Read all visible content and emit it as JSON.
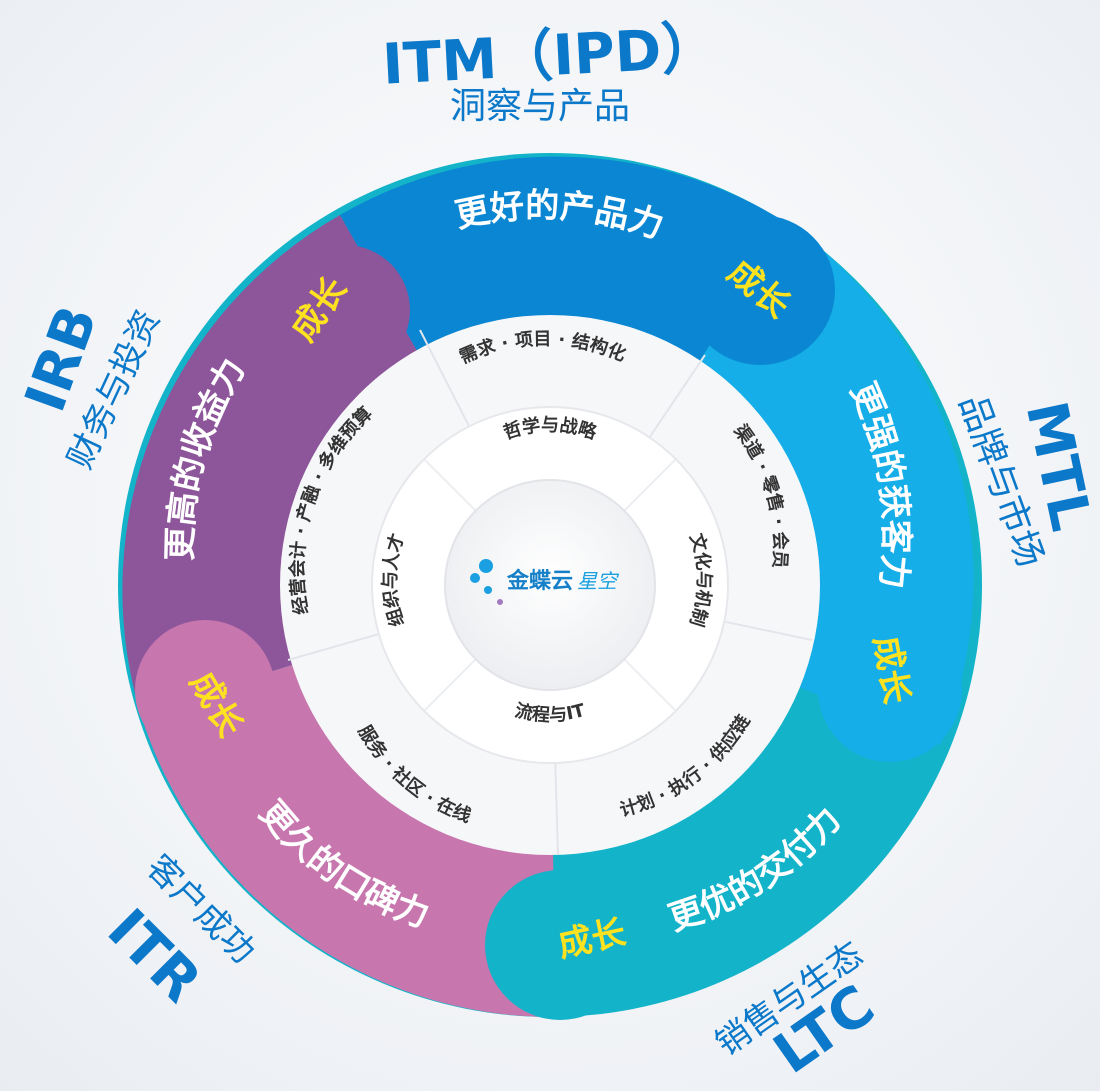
{
  "top": {
    "code": "ITM（IPD）",
    "name": "洞察与产品"
  },
  "right": {
    "code": "MTL",
    "name": "品牌与市场"
  },
  "bottom": {
    "code": "LTC",
    "name": "销售与生态"
  },
  "bottom_left": {
    "code": "ITR",
    "name": "客户成功"
  },
  "left": {
    "code": "IRB",
    "name": "财务与投资"
  },
  "segments": {
    "blue": {
      "title": "更好的产品力",
      "growth": "成长"
    },
    "sky": {
      "title": "更强的获客力",
      "growth": "成长"
    },
    "teal": {
      "title": "更优的交付力",
      "growth": "成长"
    },
    "pink": {
      "title": "更久的口碑力",
      "growth": "成长"
    },
    "purple": {
      "title": "更高的收益力",
      "growth": "成长"
    }
  },
  "middle_ring": {
    "top": "需求 · 项目 · 结构化",
    "right": "渠道 · 零售 · 会员",
    "bottom_right": "计划 · 执行 · 供应链",
    "bottom_left": "服务 · 社区 · 在线",
    "left": "经营会计 · 产融 · 多维预算"
  },
  "inner_ring": {
    "top": "哲学与战略",
    "right": "文化与机制",
    "bottom": "流程与IT",
    "left": "组织与人才"
  },
  "logo": {
    "text": "金蝶云·星空",
    "brand": "金蝶云",
    "product": "星空"
  },
  "colors": {
    "blue": "#0a86d2",
    "sky": "#15aee8",
    "teal": "#13b3c9",
    "pink": "#c776ae",
    "purple": "#8d559a",
    "growth": "#ffe21f",
    "code": "#0b78c9"
  }
}
